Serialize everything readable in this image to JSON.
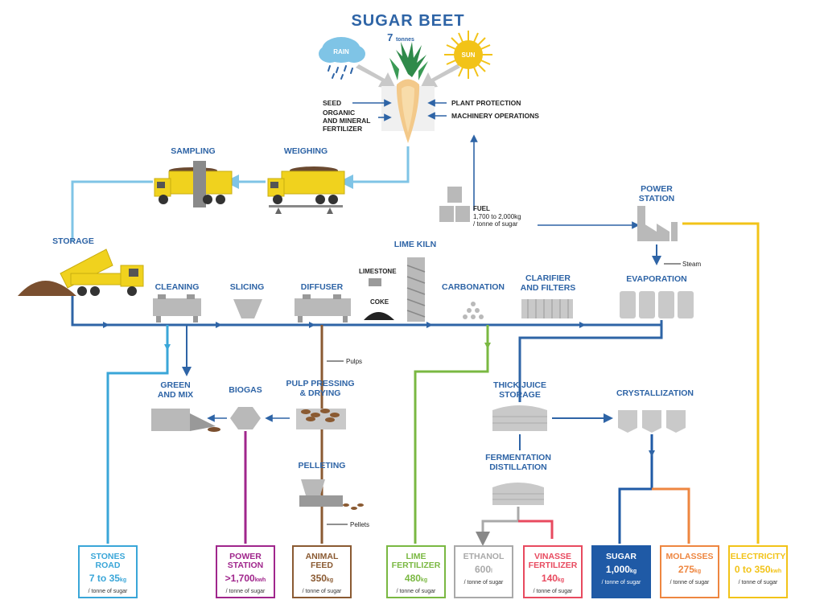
{
  "title": "SUGAR BEET",
  "beet_amount": "7",
  "beet_unit": "tonnes",
  "weather": {
    "rain": "RAIN",
    "sun": "SUN"
  },
  "inputs_left": [
    "SEED",
    "ORGANIC",
    "AND MINERAL",
    "FERTILIZER"
  ],
  "inputs_right": [
    "PLANT PROTECTION",
    "MACHINERY OPERATIONS"
  ],
  "steps": {
    "sampling": "SAMPLING",
    "weighing": "WEIGHING",
    "storage": "STORAGE",
    "cleaning": "CLEANING",
    "slicing": "SLICING",
    "diffuser": "DIFFUSER",
    "lime_kiln": "LIME KILN",
    "limestone": "LIMESTONE",
    "coke": "COKE",
    "carbonation": "CARBONATION",
    "clarifier_1": "CLARIFIER",
    "clarifier_2": "AND FILTERS",
    "power_station_1": "POWER",
    "power_station_2": "STATION",
    "evaporation": "EVAPORATION",
    "steam": "Steam",
    "fuel": "FUEL",
    "fuel_amount": "1,700 to 2,000kg",
    "fuel_per": "/ tonne of sugar",
    "green_mix_1": "GREEN",
    "green_mix_2": "AND MIX",
    "biogas": "BIOGAS",
    "pulp_pressing_1": "PULP PRESSING",
    "pulp_pressing_2": "& DRYING",
    "pulps": "Pulps",
    "pelleting": "PELLETING",
    "pellets": "Pellets",
    "thick_juice_1": "THICK JUICE",
    "thick_juice_2": "STORAGE",
    "crystallization": "CRYSTALLIZATION",
    "fermentation_1": "FERMENTATION",
    "fermentation_2": "DISTILLATION"
  },
  "outputs": [
    {
      "name1": "STONES",
      "name2": "ROAD",
      "value": "7 to 35",
      "unit": "kg",
      "per": "/ tonne of sugar",
      "color": "#3aa6d8"
    },
    {
      "name1": "POWER",
      "name2": "STATION",
      "value": ">1,700",
      "unit": "kwh",
      "per": "/ tonne of sugar",
      "color": "#a0268c"
    },
    {
      "name1": "ANIMAL",
      "name2": "FEED",
      "value": "350",
      "unit": "kg",
      "per": "/ tonne of sugar",
      "color": "#8a5a32"
    },
    {
      "name1": "LIME",
      "name2": "FERTILIZER",
      "value": "480",
      "unit": "kg",
      "per": "/ tonne of sugar",
      "color": "#7ab842"
    },
    {
      "name1": "ETHANOL",
      "name2": "",
      "value": "600",
      "unit": "l",
      "per": "/ tonne of sugar",
      "color": "#a9a9a9"
    },
    {
      "name1": "VINASSE",
      "name2": "FERTILIZER",
      "value": "140",
      "unit": "kg",
      "per": "/ tonne of sugar",
      "color": "#e84a5f"
    },
    {
      "name1": "SUGAR",
      "name2": "",
      "value": "1,000",
      "unit": "kg",
      "per": "/ tonne of sugar",
      "color": "#1f5aa6"
    },
    {
      "name1": "MOLASSES",
      "name2": "",
      "value": "275",
      "unit": "kg",
      "per": "/ tonne of sugar",
      "color": "#ee8640"
    },
    {
      "name1": "ELECTRICITY",
      "name2": "",
      "value": "0 to 350",
      "unit": "kwh",
      "per": "/ tonne of sugar",
      "color": "#f2c318"
    }
  ],
  "colors": {
    "process_blue": "#2e64a6",
    "light_blue": "#7fc4e6",
    "brown": "#8a5a32",
    "purple": "#a0268c",
    "green": "#7ab842",
    "gray": "#a9a9a9",
    "red": "#e84a5f",
    "orange": "#ee8640",
    "yellow": "#f2c318",
    "truck_yellow": "#f0d21e",
    "machine_gray": "#b9b9b9"
  }
}
